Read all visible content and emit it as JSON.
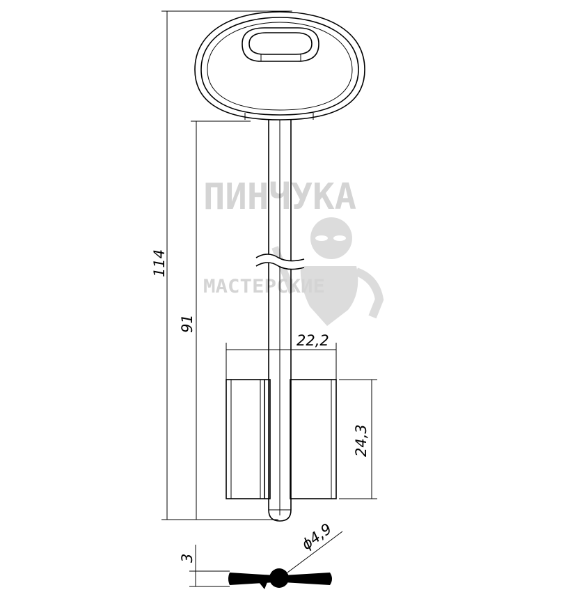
{
  "drawing": {
    "dimensions": {
      "overall_length": "114",
      "shank_length": "91",
      "bit_width": "22,2",
      "bit_height": "24,3",
      "thickness": "3",
      "shank_diameter": "ϕ4,9"
    },
    "watermark": {
      "line1": "МАСТЕРСКИЕ",
      "line2": "ПИНЧУКА",
      "color": "#d4d4d4"
    },
    "line_color": "#000000"
  }
}
